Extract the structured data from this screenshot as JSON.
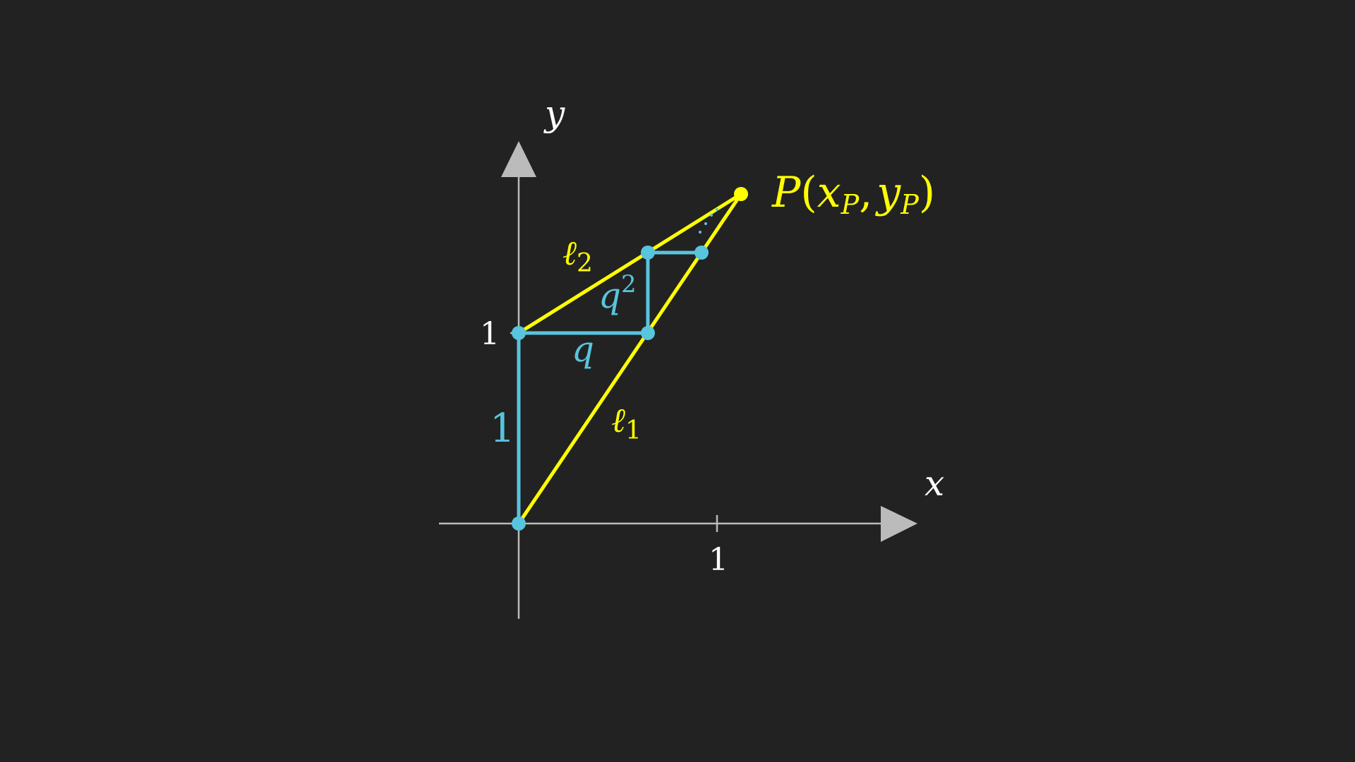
{
  "colors": {
    "background": "#222222",
    "axis": "#bbbbbb",
    "axis_arrow": "#bbbbbb",
    "axis_text": "#ffffff",
    "yellow": "#ffff00",
    "cyan": "#58c4dd"
  },
  "axes": {
    "x_label": "x",
    "y_label": "y",
    "x_tick_label": "1",
    "y_tick_label": "1"
  },
  "labels": {
    "point_P": "P",
    "point_P_open": "(",
    "point_P_x": "x",
    "point_P_x_sub": "P",
    "point_P_comma": ",",
    "point_P_y": "y",
    "point_P_y_sub": "P",
    "point_P_close": ")",
    "l1": "ℓ",
    "l1_sub": "1",
    "l2": "ℓ",
    "l2_sub": "2",
    "q": "q",
    "q2": "q",
    "q2_sup": "2",
    "side_one": "1"
  }
}
